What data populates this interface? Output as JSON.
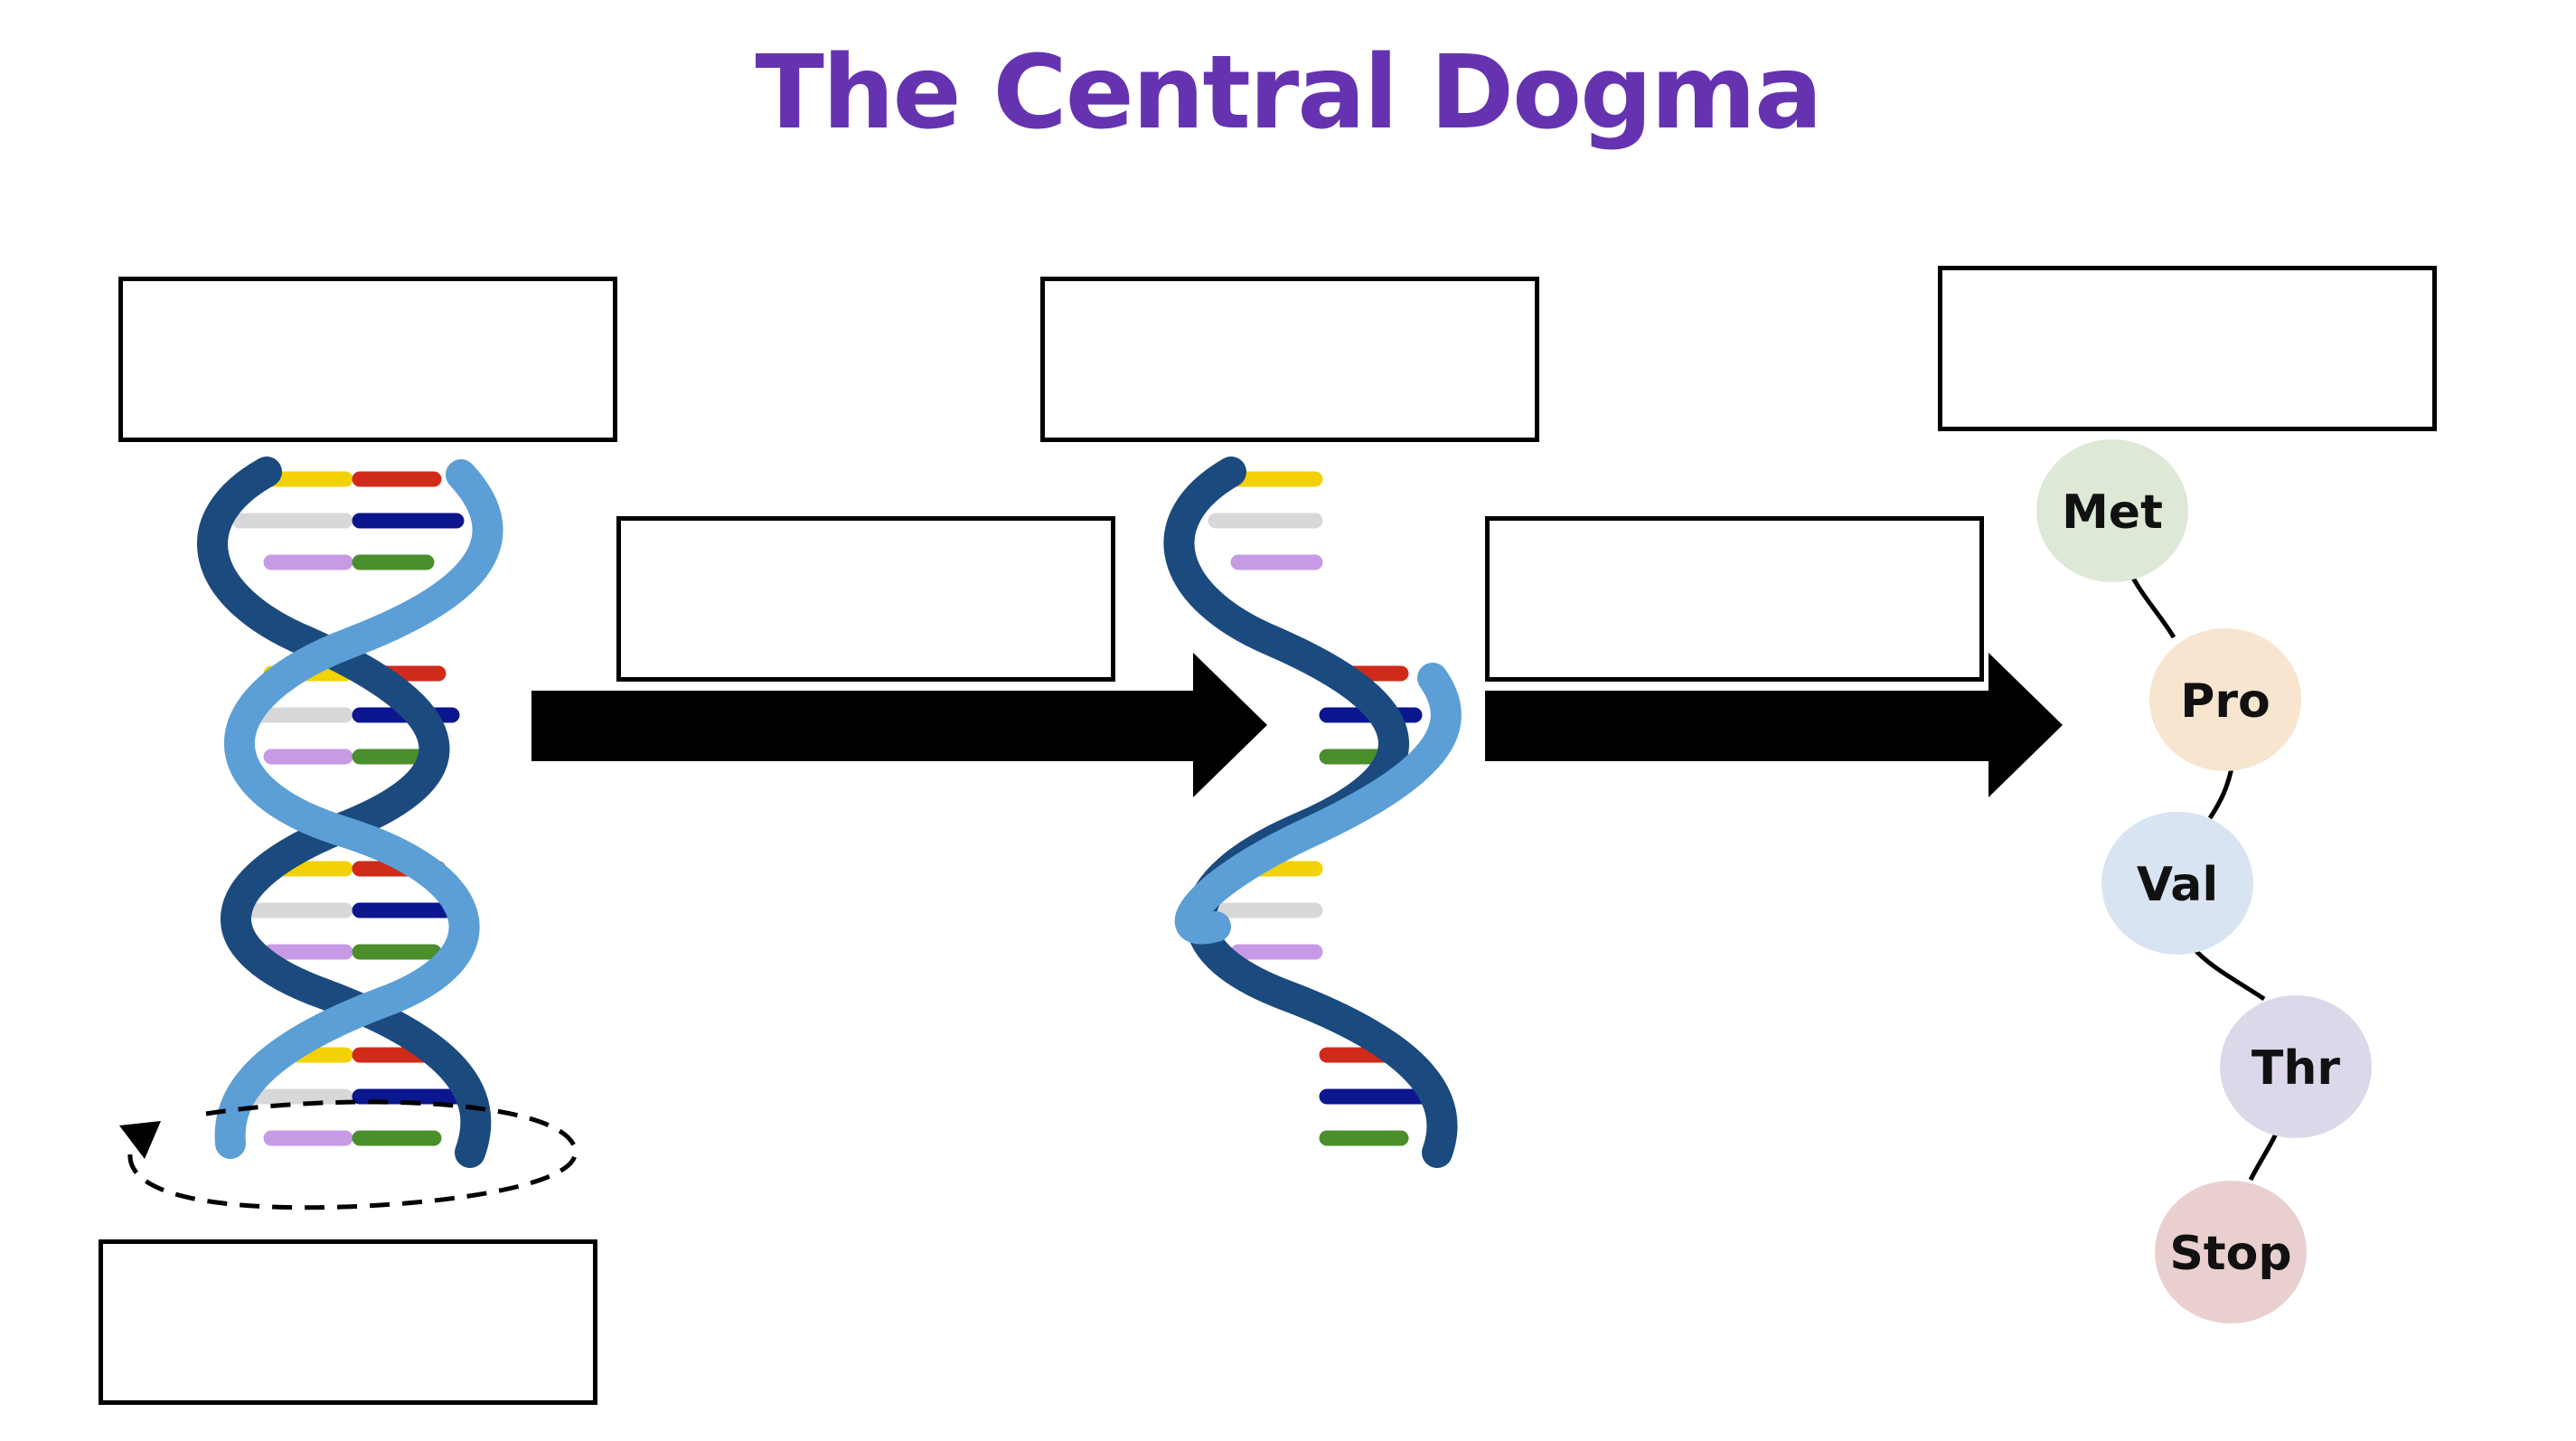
{
  "title": "The Central Dogma",
  "colors": {
    "title": "#6533B0",
    "dna_dark": "#1B4A7E",
    "dna_light": "#5B9FD6",
    "arrow": "#000000",
    "dashed": "#000000",
    "base_colors": [
      "#F2D204",
      "#D02A1A",
      "#D8D8D8",
      "#0C168F",
      "#C79AE6",
      "#4B8E2C"
    ]
  },
  "label_boxes": [
    {
      "id": "dna-box",
      "value": ""
    },
    {
      "id": "transcription-box",
      "value": ""
    },
    {
      "id": "rna-box",
      "value": ""
    },
    {
      "id": "translation-box",
      "value": ""
    },
    {
      "id": "protein-box",
      "value": ""
    },
    {
      "id": "replication-box",
      "value": ""
    }
  ],
  "amino_acids": [
    {
      "label": "Met",
      "color": "#DDE8D6"
    },
    {
      "label": "Pro",
      "color": "#F7E5D0"
    },
    {
      "label": "Val",
      "color": "#D8E4F1"
    },
    {
      "label": "Thr",
      "color": "#DDD7EA"
    },
    {
      "label": "Stop",
      "color": "#EACFCF"
    }
  ],
  "icons": {
    "arrow": "right-block-arrow",
    "replication": "circular-dashed-arrow",
    "dna": "double-helix",
    "rna": "single-strand-helix"
  }
}
